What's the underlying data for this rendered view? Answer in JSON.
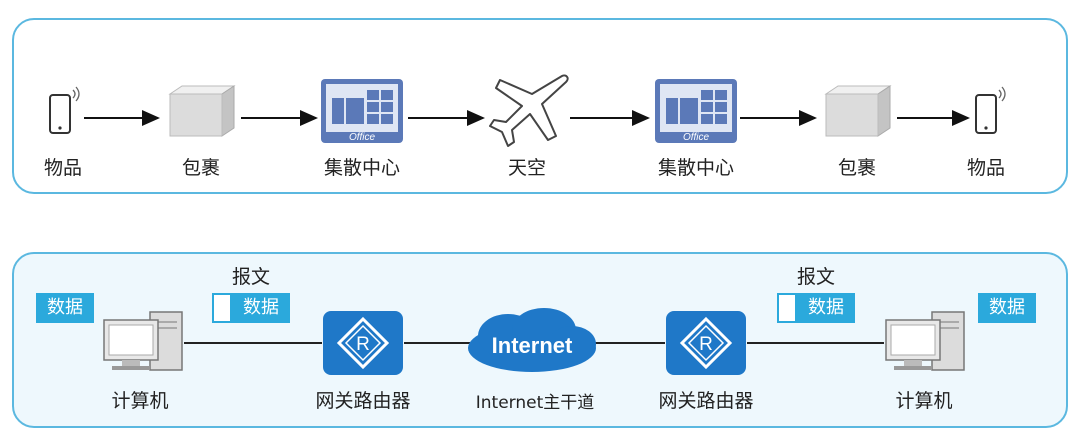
{
  "top_flow": {
    "nodes": [
      {
        "label": "物品",
        "icon": "phone-icon"
      },
      {
        "label": "包裹",
        "icon": "package-icon"
      },
      {
        "label": "集散中心",
        "icon": "office-building-icon",
        "badge": "Office"
      },
      {
        "label": "天空",
        "icon": "airplane-icon"
      },
      {
        "label": "集散中心",
        "icon": "office-building-icon",
        "badge": "Office"
      },
      {
        "label": "包裹",
        "icon": "package-icon"
      },
      {
        "label": "物品",
        "icon": "phone-icon"
      }
    ]
  },
  "bottom_flow": {
    "nodes": [
      {
        "label": "计算机",
        "icon": "computer-icon"
      },
      {
        "label": "网关路由器",
        "icon": "router-icon"
      },
      {
        "label": "Internet主干道",
        "icon": "internet-cloud-icon",
        "cloud_text": "Internet"
      },
      {
        "label": "网关路由器",
        "icon": "router-icon"
      },
      {
        "label": "计算机",
        "icon": "computer-icon"
      }
    ],
    "data_tag": "数据",
    "packet_label": "报文",
    "packet_body": "数据"
  },
  "colors": {
    "panel_border": "#5bb8e0",
    "bottom_panel_bg": "#eef8fd",
    "accent": "#2ba9dc",
    "router": "#1f78c8",
    "office": "#5b79b8"
  }
}
